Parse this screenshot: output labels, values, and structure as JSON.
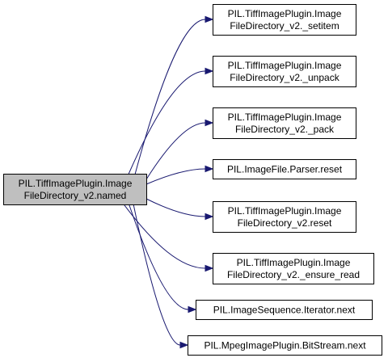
{
  "colors": {
    "edge": "#191970",
    "root_fill": "#bfbfbf",
    "node_fill": "#ffffff",
    "border": "#000000"
  },
  "graph": {
    "root": {
      "id": "root",
      "lines": [
        "PIL.TiffImagePlugin.Image",
        "FileDirectory_v2.named"
      ]
    },
    "nodes": [
      {
        "id": "setitem",
        "lines": [
          "PIL.TiffImagePlugin.Image",
          "FileDirectory_v2._setitem"
        ]
      },
      {
        "id": "unpack",
        "lines": [
          "PIL.TiffImagePlugin.Image",
          "FileDirectory_v2._unpack"
        ]
      },
      {
        "id": "pack",
        "lines": [
          "PIL.TiffImagePlugin.Image",
          "FileDirectory_v2._pack"
        ]
      },
      {
        "id": "parser-reset",
        "lines": [
          "PIL.ImageFile.Parser.reset"
        ]
      },
      {
        "id": "ifd-reset",
        "lines": [
          "PIL.TiffImagePlugin.Image",
          "FileDirectory_v2.reset"
        ]
      },
      {
        "id": "ensure-read",
        "lines": [
          "PIL.TiffImagePlugin.Image",
          "FileDirectory_v2._ensure_read"
        ]
      },
      {
        "id": "iterator-next",
        "lines": [
          "PIL.ImageSequence.Iterator.next"
        ]
      },
      {
        "id": "bitstream-next",
        "lines": [
          "PIL.MpegImagePlugin.BitStream.next"
        ]
      }
    ],
    "edges": [
      {
        "from": "root",
        "to": "setitem"
      },
      {
        "from": "root",
        "to": "unpack"
      },
      {
        "from": "root",
        "to": "pack"
      },
      {
        "from": "root",
        "to": "parser-reset"
      },
      {
        "from": "root",
        "to": "ifd-reset"
      },
      {
        "from": "root",
        "to": "ensure-read"
      },
      {
        "from": "root",
        "to": "iterator-next"
      },
      {
        "from": "root",
        "to": "bitstream-next"
      }
    ]
  }
}
